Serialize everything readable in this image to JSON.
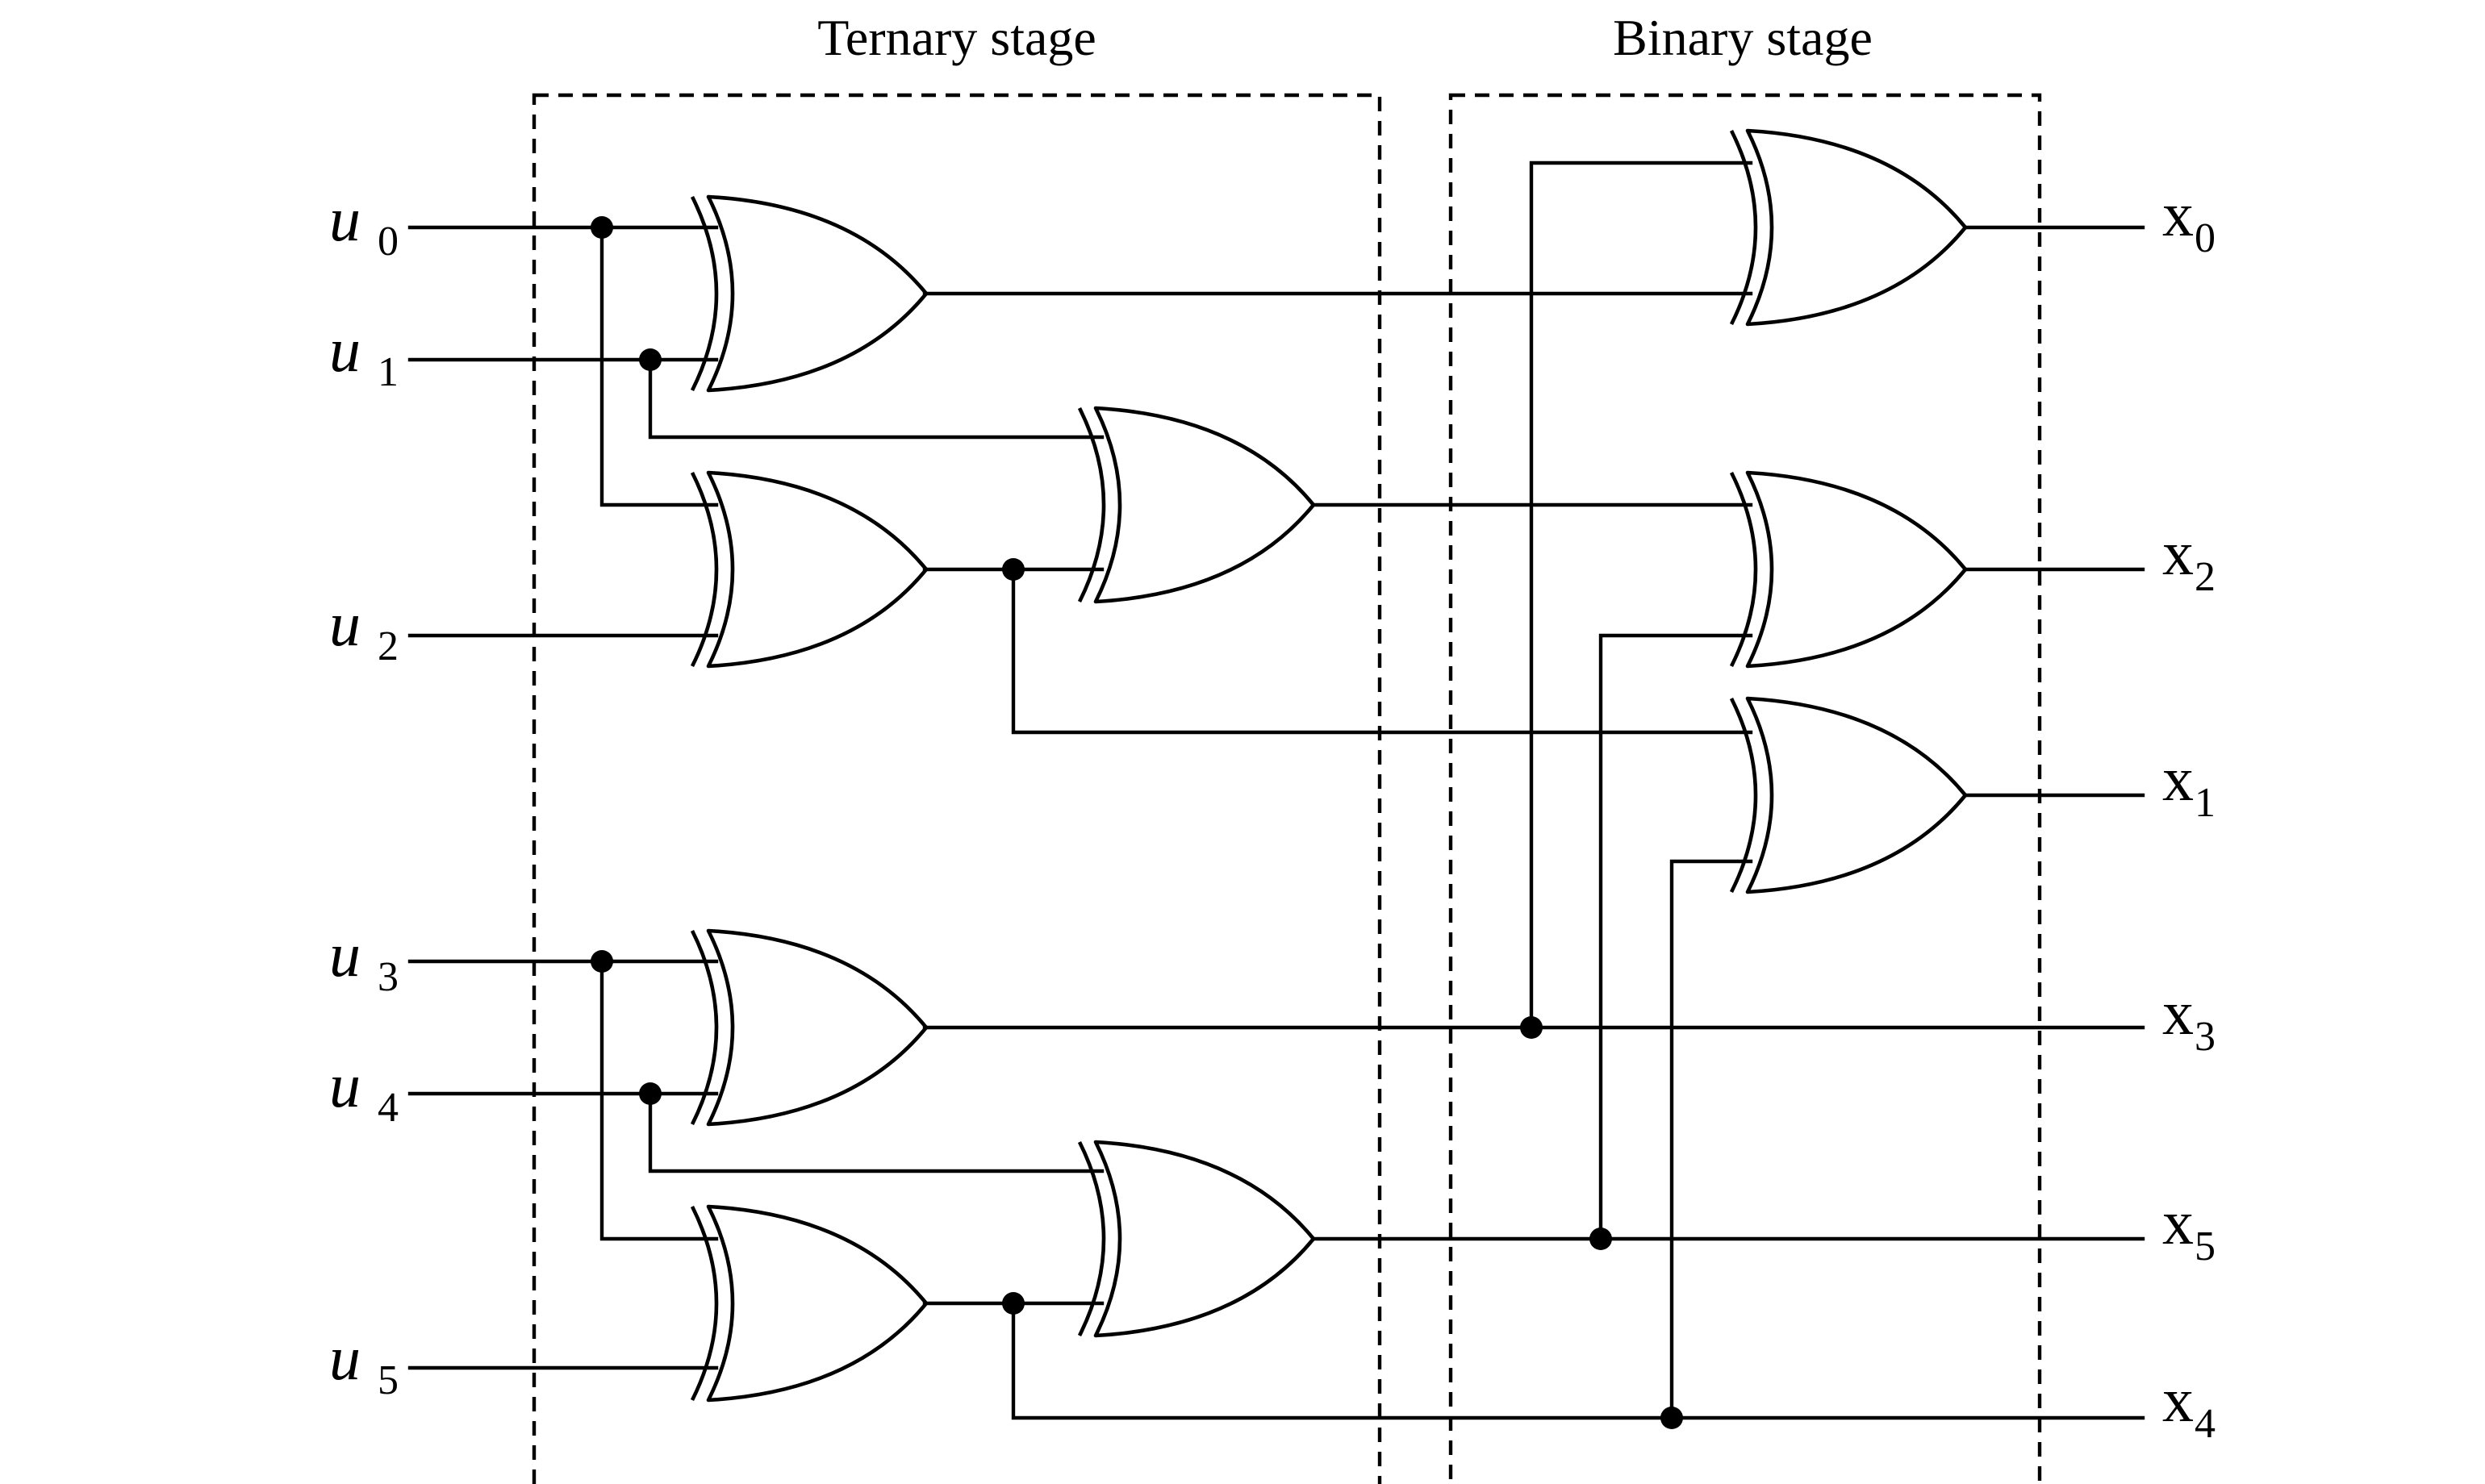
{
  "stages": {
    "ternary": "Ternary stage",
    "binary": "Binary stage"
  },
  "inputs": [
    {
      "base": "u",
      "sub": "0"
    },
    {
      "base": "u",
      "sub": "1"
    },
    {
      "base": "u",
      "sub": "2"
    },
    {
      "base": "u",
      "sub": "3"
    },
    {
      "base": "u",
      "sub": "4"
    },
    {
      "base": "u",
      "sub": "5"
    }
  ],
  "outputs": [
    {
      "base": "x",
      "sub": "0"
    },
    {
      "base": "x",
      "sub": "2"
    },
    {
      "base": "x",
      "sub": "1"
    },
    {
      "base": "x",
      "sub": "3"
    },
    {
      "base": "x",
      "sub": "5"
    },
    {
      "base": "x",
      "sub": "4"
    }
  ],
  "gate_type": "xor"
}
